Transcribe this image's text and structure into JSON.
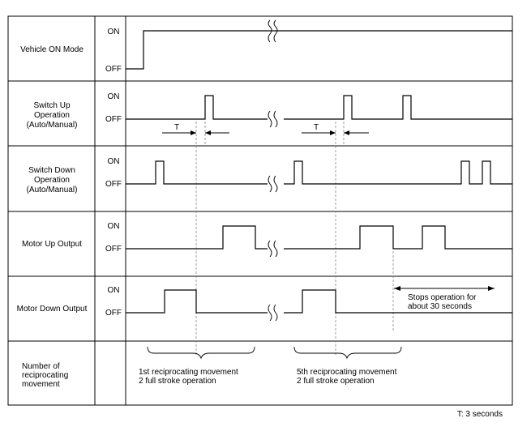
{
  "rows": [
    {
      "label_lines": [
        "Vehicle ON Mode"
      ],
      "on": "ON",
      "off": "OFF"
    },
    {
      "label_lines": [
        "Switch Up",
        "Operation",
        "(Auto/Manual)"
      ],
      "on": "ON",
      "off": "OFF"
    },
    {
      "label_lines": [
        "Switch Down",
        "Operation",
        "(Auto/Manual)"
      ],
      "on": "ON",
      "off": "OFF"
    },
    {
      "label_lines": [
        "Motor Up Output"
      ],
      "on": "ON",
      "off": "OFF"
    },
    {
      "label_lines": [
        "Motor Down Output"
      ],
      "on": "ON",
      "off": "OFF"
    },
    {
      "label_lines": [
        "Number of",
        "reciprocating",
        "movement"
      ]
    }
  ],
  "timing_markers": {
    "t1": "T",
    "t2": "T"
  },
  "stops_note": [
    "Stops operation for",
    "about 30 seconds"
  ],
  "movement_1": [
    "1st reciprocating movement",
    "2 full stroke operation"
  ],
  "movement_5": [
    "5th reciprocating movement",
    "2 full stroke operation"
  ],
  "footnote": "T: 3 seconds"
}
